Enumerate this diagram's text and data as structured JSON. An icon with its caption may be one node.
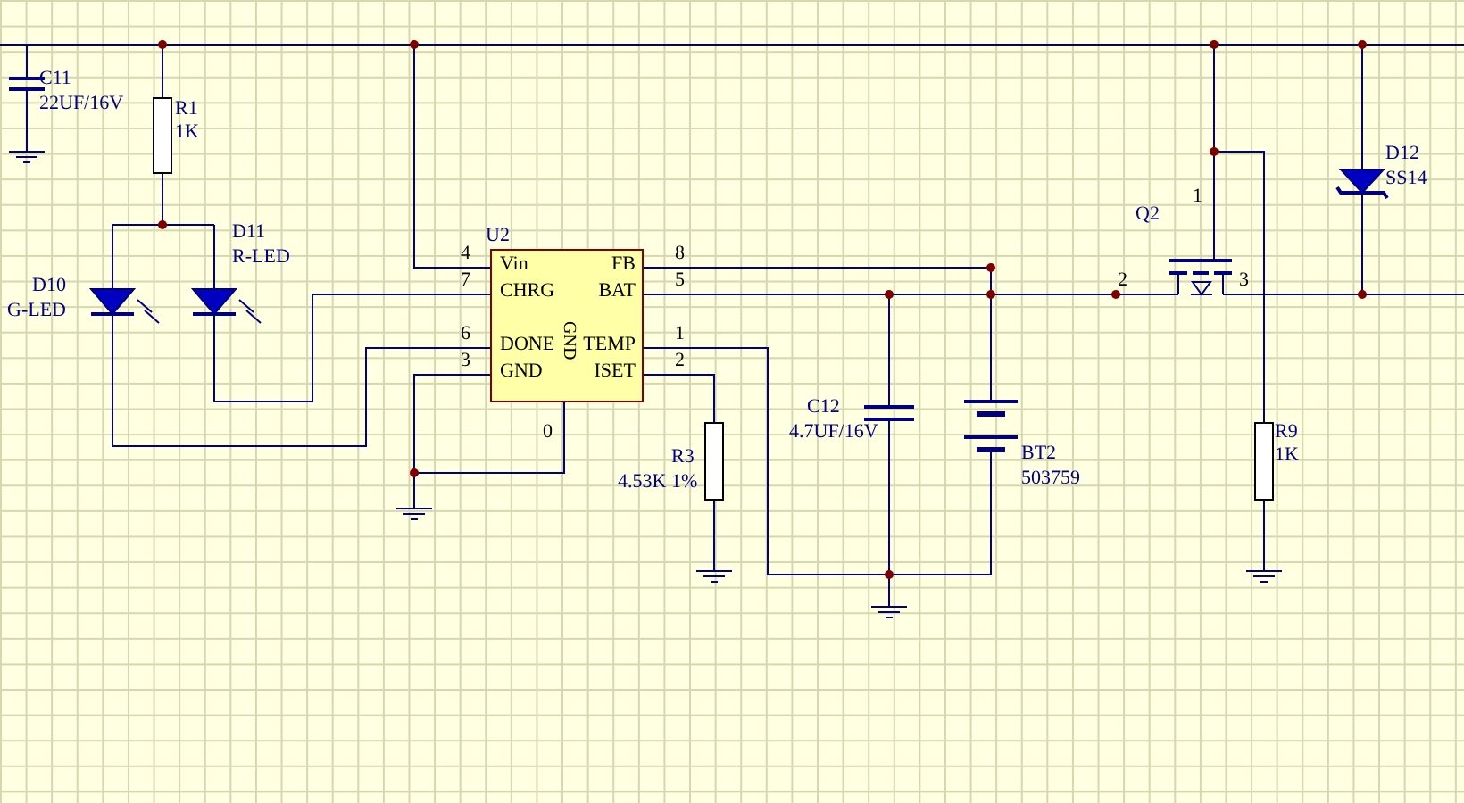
{
  "diagram": {
    "labels": [
      "C11",
      "22UF/16V",
      "R1",
      "1K",
      "D11",
      "U2",
      "R-LED",
      "4",
      "8",
      "Q2",
      "D12",
      "SS14",
      "Vin",
      "FB",
      "1",
      "D10",
      "G-LED",
      "7",
      "CHRG",
      "BAT",
      "5",
      "2",
      "3",
      "6",
      "DONE",
      "TEMP",
      "1",
      "GND",
      "3",
      "GND",
      "ISET",
      "2",
      "0",
      "C12",
      "4.7UF/16V",
      "R9",
      "R3",
      "1K",
      "4.53K 1%",
      "BT2",
      "503759"
    ]
  }
}
